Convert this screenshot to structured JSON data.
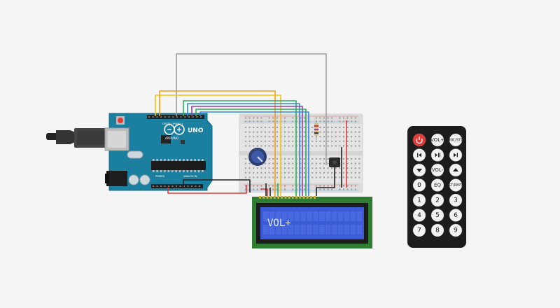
{
  "arduino": {
    "brand": "ARDUINO",
    "model": "UNO",
    "digital_header_label": "DIGITAL (PWM~)",
    "power_label": "POWER",
    "analog_label": "ANALOG IN"
  },
  "lcd": {
    "display_text": "VOL+"
  },
  "remote": {
    "buttons": [
      {
        "label": "",
        "icon": "power-icon",
        "color": "#e53935"
      },
      {
        "label": "VOL+",
        "icon": "",
        "color": "#f2f2f2"
      },
      {
        "label": "FUNC/STOP",
        "icon": "",
        "color": "#f2f2f2"
      },
      {
        "label": "",
        "icon": "skip-back-icon",
        "color": "#f2f2f2"
      },
      {
        "label": "",
        "icon": "play-pause-icon",
        "color": "#f2f2f2"
      },
      {
        "label": "",
        "icon": "skip-forward-icon",
        "color": "#f2f2f2"
      },
      {
        "label": "",
        "icon": "down-triangle-icon",
        "color": "#f2f2f2"
      },
      {
        "label": "VOL-",
        "icon": "",
        "color": "#f2f2f2"
      },
      {
        "label": "",
        "icon": "up-triangle-icon",
        "color": "#f2f2f2"
      },
      {
        "label": "0",
        "icon": "",
        "color": "#f2f2f2"
      },
      {
        "label": "EQ",
        "icon": "",
        "color": "#f2f2f2"
      },
      {
        "label": "ST/REPT",
        "icon": "",
        "color": "#f2f2f2"
      },
      {
        "label": "1",
        "icon": "",
        "color": "#f2f2f2"
      },
      {
        "label": "2",
        "icon": "",
        "color": "#f2f2f2"
      },
      {
        "label": "3",
        "icon": "",
        "color": "#f2f2f2"
      },
      {
        "label": "4",
        "icon": "",
        "color": "#f2f2f2"
      },
      {
        "label": "5",
        "icon": "",
        "color": "#f2f2f2"
      },
      {
        "label": "6",
        "icon": "",
        "color": "#f2f2f2"
      },
      {
        "label": "7",
        "icon": "",
        "color": "#f2f2f2"
      },
      {
        "label": "8",
        "icon": "",
        "color": "#f2f2f2"
      },
      {
        "label": "9",
        "icon": "",
        "color": "#f2f2f2"
      }
    ]
  },
  "colors": {
    "arduino_board": "#1b7fa0",
    "breadboard": "#e6e6e6",
    "lcd_body": "#2e7d32",
    "lcd_screen": "#3b5bd6",
    "remote_body": "#1c1c1c",
    "wire_gray": "#9e9e9e",
    "wire_red": "#e53935",
    "wire_black": "#222222",
    "wire_orange": "#f39c12",
    "wire_yellow": "#f1c40f",
    "wire_green": "#27ae60",
    "wire_blue": "#2e86de",
    "wire_purple": "#8e44ad"
  }
}
